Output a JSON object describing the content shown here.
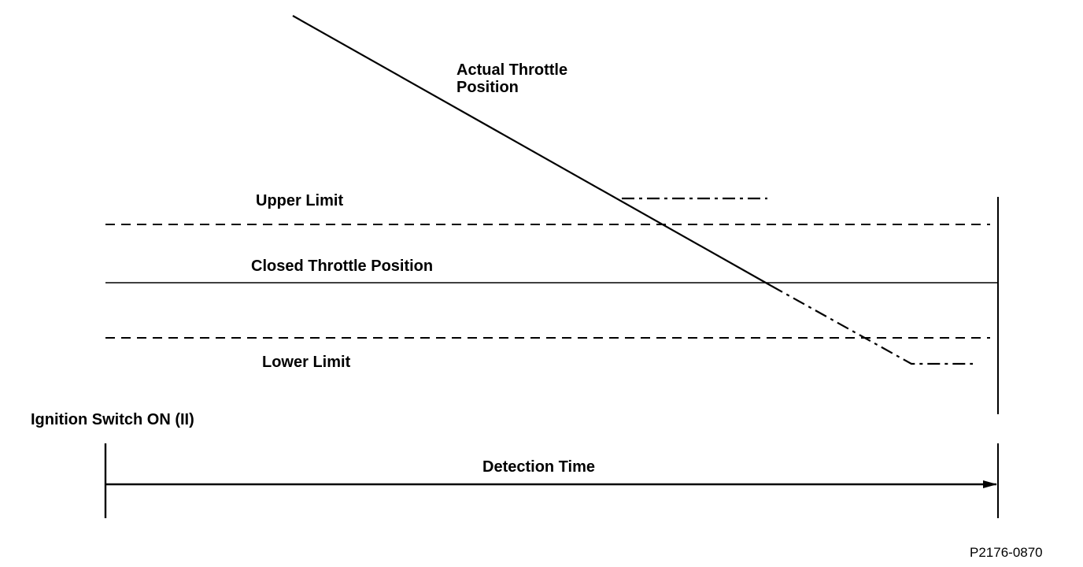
{
  "labels": {
    "actual_throttle_line1": "Actual Throttle",
    "actual_throttle_line2": "Position",
    "upper_limit": "Upper Limit",
    "closed_throttle_position": "Closed Throttle Position",
    "lower_limit": "Lower Limit",
    "ignition_switch": "Ignition Switch ON (II)",
    "detection_time": "Detection Time"
  },
  "figure_code": "P2176-0870",
  "colors": {
    "ink": "#000000",
    "background": "#ffffff"
  }
}
